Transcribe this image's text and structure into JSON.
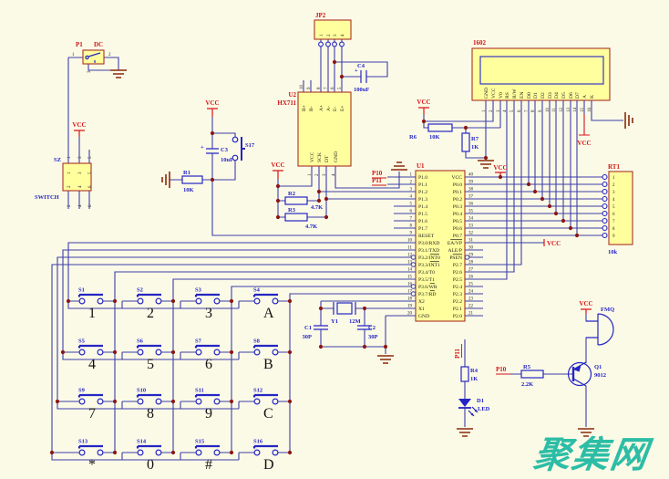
{
  "colors": {
    "background": "#fbfae7",
    "wire": "#3d3daa",
    "symbol": "#2525c4",
    "box_fill": "#ffff9e",
    "box_border": "#a93226",
    "red_label": "#cf1212",
    "blue_label": "#2323c8",
    "junction_dot": "#8b1616",
    "ground": "#8a2a0a",
    "watermark": "#2dbda6"
  },
  "power": {
    "vcc": "VCC"
  },
  "nets": {
    "p10": "P10",
    "p11": "P11"
  },
  "p1": {
    "ref": "P1",
    "type": "DC",
    "pins": [
      "1",
      "2",
      "3"
    ]
  },
  "sz": {
    "ref": "SZ",
    "label": "SWITCH",
    "top_pins": [
      "1",
      "3",
      "5"
    ],
    "bottom_pins": [
      "2",
      "4",
      "6"
    ]
  },
  "jp2": {
    "ref": "JP2",
    "pins": [
      "1",
      "2",
      "3",
      "4"
    ]
  },
  "c4": {
    "ref": "C4",
    "value": "100uF",
    "plus": "+"
  },
  "u2": {
    "ref": "U2",
    "part": "HX711",
    "top_pins": [
      [
        "10",
        "B+"
      ],
      [
        "9",
        "B-"
      ],
      [
        "8",
        "A+"
      ],
      [
        "7",
        "A-"
      ],
      [
        "6",
        "E-"
      ],
      [
        "5",
        "E+"
      ]
    ],
    "bottom_pins": [
      [
        "1",
        "VCC"
      ],
      [
        "2",
        "SCK"
      ],
      [
        "3",
        "DT"
      ],
      [
        "4",
        "GND"
      ]
    ]
  },
  "s17": {
    "ref": "S17"
  },
  "c3": {
    "ref": "C3",
    "value": "10uF",
    "plus": "+"
  },
  "r1": {
    "ref": "R1",
    "value": "10K"
  },
  "r2": {
    "ref": "R2",
    "value": "4.7K"
  },
  "r3": {
    "ref": "R3",
    "value": "4.7K"
  },
  "r6": {
    "ref": "R6",
    "value": "10K"
  },
  "r7": {
    "ref": "R7",
    "value": "1K"
  },
  "lcd": {
    "ref": "1602",
    "pins": [
      [
        "1",
        "GND"
      ],
      [
        "2",
        "VCC"
      ],
      [
        "3",
        "V0"
      ],
      [
        "4",
        "RS"
      ],
      [
        "5",
        "R/W"
      ],
      [
        "6",
        "EN"
      ],
      [
        "7",
        "D0"
      ],
      [
        "8",
        "D1"
      ],
      [
        "9",
        "D2"
      ],
      [
        "10",
        "D3"
      ],
      [
        "11",
        "D4"
      ],
      [
        "12",
        "D5"
      ],
      [
        "13",
        "D6"
      ],
      [
        "14",
        "D7"
      ],
      [
        "15",
        "A"
      ],
      [
        "16",
        "K"
      ]
    ]
  },
  "u1": {
    "ref": "U1",
    "left": [
      [
        "1",
        "P1.0",
        0
      ],
      [
        "2",
        "P1.1",
        0
      ],
      [
        "3",
        "P1.2",
        0
      ],
      [
        "4",
        "P1.3",
        0
      ],
      [
        "5",
        "P1.4",
        0
      ],
      [
        "6",
        "P1.5",
        0
      ],
      [
        "7",
        "P1.6",
        0
      ],
      [
        "8",
        "P1.7",
        0
      ],
      [
        "9",
        "RESET",
        0
      ],
      [
        "10",
        "P3.0/RXD",
        0
      ],
      [
        "11",
        "P3.1/TXD",
        0
      ],
      [
        "12",
        "P3.2/INT0",
        4
      ],
      [
        "13",
        "P3.3/INT1",
        4
      ],
      [
        "14",
        "P3.4/T0",
        0
      ],
      [
        "15",
        "P3.5/T1",
        0
      ],
      [
        "16",
        "P3.6/WR",
        2
      ],
      [
        "17",
        "P3.7/RD",
        2
      ],
      [
        "18",
        "X2",
        0
      ],
      [
        "19",
        "X1",
        0
      ],
      [
        "20",
        "GND",
        0
      ]
    ],
    "right": [
      [
        "40",
        "VCC",
        0
      ],
      [
        "39",
        "P0.0",
        0
      ],
      [
        "38",
        "P0.1",
        0
      ],
      [
        "37",
        "P0.2",
        0
      ],
      [
        "36",
        "P0.3",
        0
      ],
      [
        "35",
        "P0.4",
        0
      ],
      [
        "34",
        "P0.5",
        0
      ],
      [
        "33",
        "P0.6",
        0
      ],
      [
        "32",
        "P0.7",
        0
      ],
      [
        "31",
        "EA/VP",
        5
      ],
      [
        "30",
        "ALE/P",
        0
      ],
      [
        "29",
        "PSEN",
        4
      ],
      [
        "28",
        "P2.7",
        0
      ],
      [
        "27",
        "P2.6",
        0
      ],
      [
        "26",
        "P2.5",
        0
      ],
      [
        "25",
        "P2.4",
        0
      ],
      [
        "24",
        "P2.3",
        0
      ],
      [
        "23",
        "P2.2",
        0
      ],
      [
        "22",
        "P2.1",
        0
      ],
      [
        "21",
        "P2.0",
        0
      ]
    ]
  },
  "rt1": {
    "ref": "RT1",
    "value": "10k",
    "pins": [
      "1",
      "2",
      "3",
      "4",
      "5",
      "6",
      "7",
      "8",
      "9"
    ]
  },
  "crystal": {
    "ref": "Y1",
    "value": "12M"
  },
  "c1": {
    "ref": "C1",
    "value": "30P"
  },
  "c2": {
    "ref": "C2",
    "value": "30P"
  },
  "keypad": {
    "keys": [
      [
        "S1",
        "1"
      ],
      [
        "S2",
        "2"
      ],
      [
        "S3",
        "3"
      ],
      [
        "S4",
        "A"
      ],
      [
        "S5",
        "4"
      ],
      [
        "S6",
        "5"
      ],
      [
        "S7",
        "6"
      ],
      [
        "S8",
        "B"
      ],
      [
        "S9",
        "7"
      ],
      [
        "S10",
        "8"
      ],
      [
        "S11",
        "9"
      ],
      [
        "S12",
        "C"
      ],
      [
        "S13",
        "*"
      ],
      [
        "S14",
        "0"
      ],
      [
        "S15",
        "#"
      ],
      [
        "S16",
        "D"
      ]
    ]
  },
  "buzzer": {
    "ref": "FMQ"
  },
  "q1": {
    "ref": "Q1",
    "value": "9012"
  },
  "r5": {
    "ref": "R5",
    "value": "2.2K"
  },
  "r4": {
    "ref": "R4",
    "value": "1K"
  },
  "d1": {
    "ref": "D1",
    "value": "LED"
  },
  "watermark": {
    "text": "聚集网"
  }
}
